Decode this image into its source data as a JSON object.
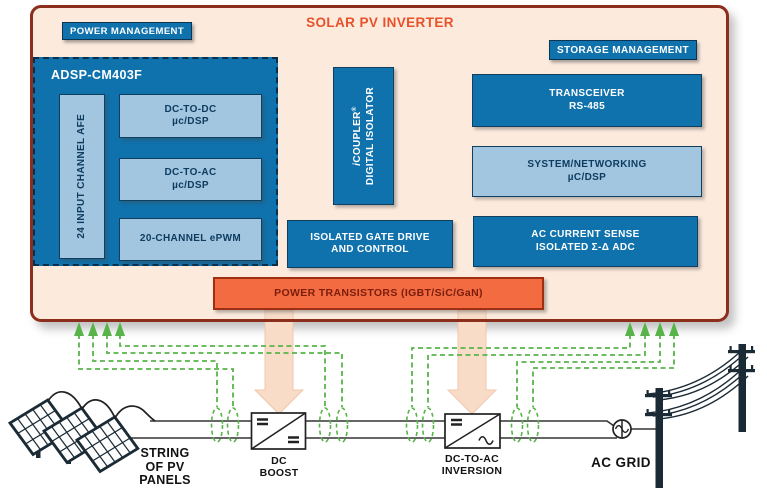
{
  "inverter": {
    "title": "SOLAR PV INVERTER",
    "power_management": "POWER MANAGEMENT",
    "storage_management": "STORAGE MANAGEMENT"
  },
  "adsp": {
    "title": "ADSP-CM403F",
    "afe": "24 INPUT CHANNEL AFE",
    "dc_to_dc": [
      "DC-TO-DC",
      "µc/DSP"
    ],
    "dc_to_ac": [
      "DC-TO-AC",
      "µc/DSP"
    ],
    "epwm": "20-CHANNEL ePWM"
  },
  "blocks": {
    "icoupler": {
      "i": "i",
      "rest": "COUPLER",
      "reg": "®",
      "line2": "DIGITAL ISOLATOR"
    },
    "gate_drive": [
      "ISOLATED GATE DRIVE",
      "AND CONTROL"
    ],
    "transceiver": [
      "TRANSCEIVER",
      "RS-485"
    ],
    "system_networking": [
      "SYSTEM/NETWORKING",
      "µC/DSP"
    ],
    "ac_current_sense": [
      "AC CURRENT SENSE",
      "ISOLATED Σ-Δ ADC"
    ],
    "power_transistors": "POWER TRANSISTORS (IGBT/SiC/GaN)"
  },
  "labels": {
    "pv_string": [
      "STRING",
      "OF PV",
      "PANELS"
    ],
    "dc_boost": [
      "DC",
      "BOOST"
    ],
    "inversion": [
      "DC-TO-AC",
      "INVERSION"
    ],
    "ac_grid": "AC GRID"
  },
  "colors": {
    "dark_blue": "#0f72ad",
    "light_blue": "#a2c5e0",
    "panel_peach": "#fceadd",
    "panel_border": "#8b2f1c",
    "title_orange": "#e85129",
    "orange_fill": "#f26b41",
    "sense_green": "#58b449"
  }
}
